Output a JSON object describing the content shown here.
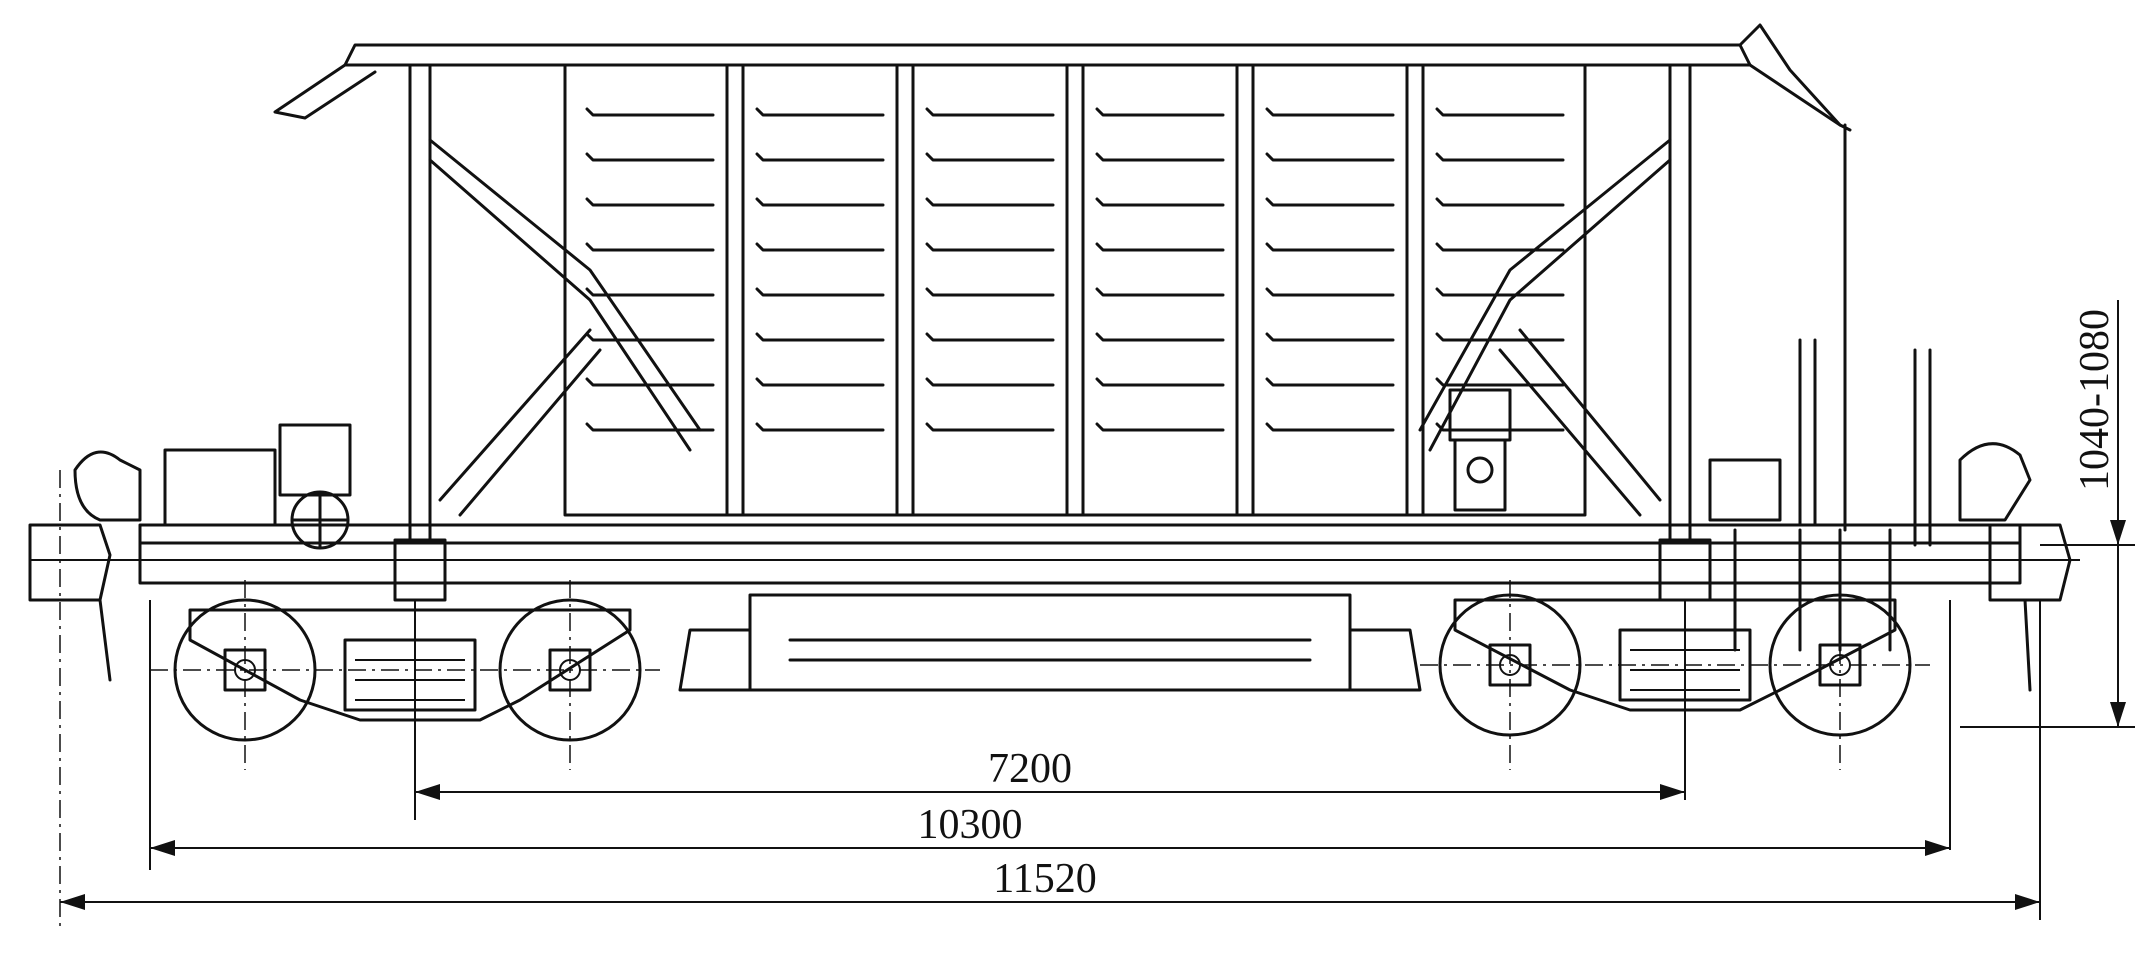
{
  "drawing": {
    "dimensions": {
      "bogie_center_distance": "7200",
      "coupling_axis_length": "10300",
      "overall_length": "11520",
      "coupler_height": "1040-1080"
    }
  }
}
